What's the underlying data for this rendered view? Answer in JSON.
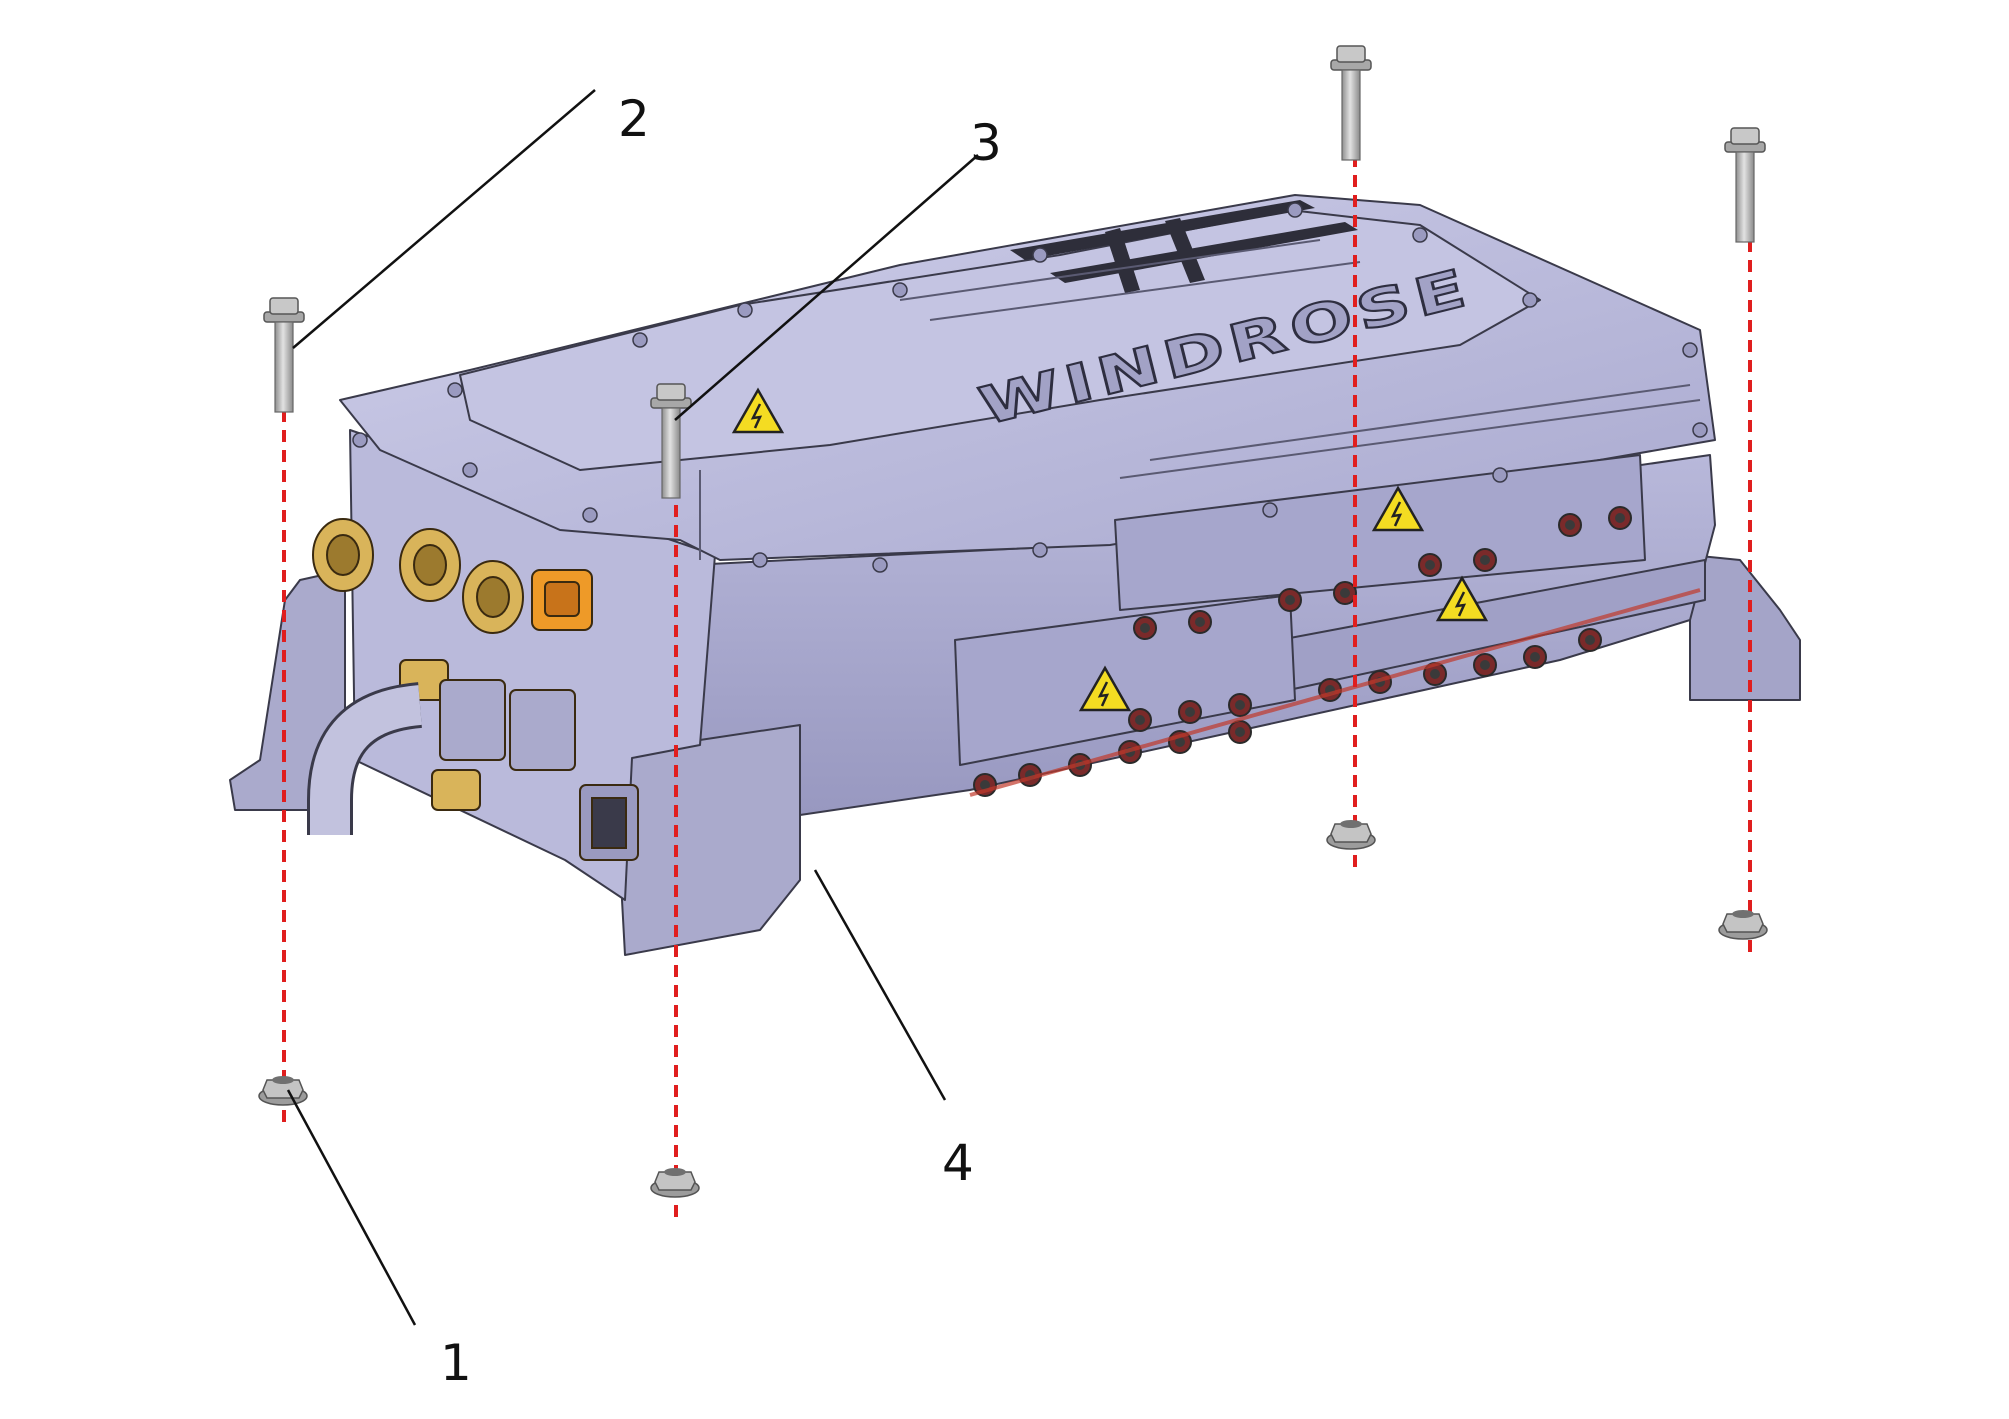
{
  "brand": {
    "text": "WINDROSE"
  },
  "callouts": {
    "c1": "1",
    "c2": "2",
    "c3": "3",
    "c4": "4"
  },
  "colors": {
    "housing": "#b4b4d6",
    "housing_dark": "#9a9ac0",
    "housing_light": "#cacae6",
    "outline": "#3a3a4a",
    "axis_red": "#e01e1e",
    "connector_yellow": "#d9b45a",
    "connector_orange": "#ee9a28",
    "warning_yellow": "#f4dc22",
    "bolt": "#b9b9b9"
  },
  "icons": [
    "hexagon-bolt-icon",
    "flange-nut-icon",
    "high-voltage-warning-icon"
  ]
}
